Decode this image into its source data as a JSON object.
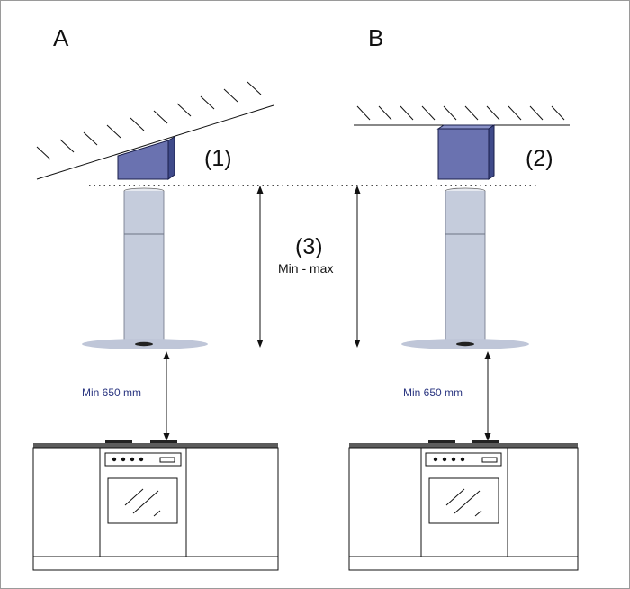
{
  "labels": {
    "panel_a": "A",
    "panel_b": "B",
    "mount_1": "(1)",
    "mount_2": "(2)",
    "extension": "(3)",
    "extension_range": "Min - max",
    "clearance_a": "Min 650 mm",
    "clearance_b": "Min 650 mm"
  },
  "colors": {
    "bracket_front": "#6a72b0",
    "bracket_side": "#3f4a8a",
    "bracket_top": "#8a92c8",
    "chimney": "#c5ccdc",
    "canopy": "#bfc6d8",
    "clearance_text": "#2a3580",
    "line": "#111111"
  }
}
